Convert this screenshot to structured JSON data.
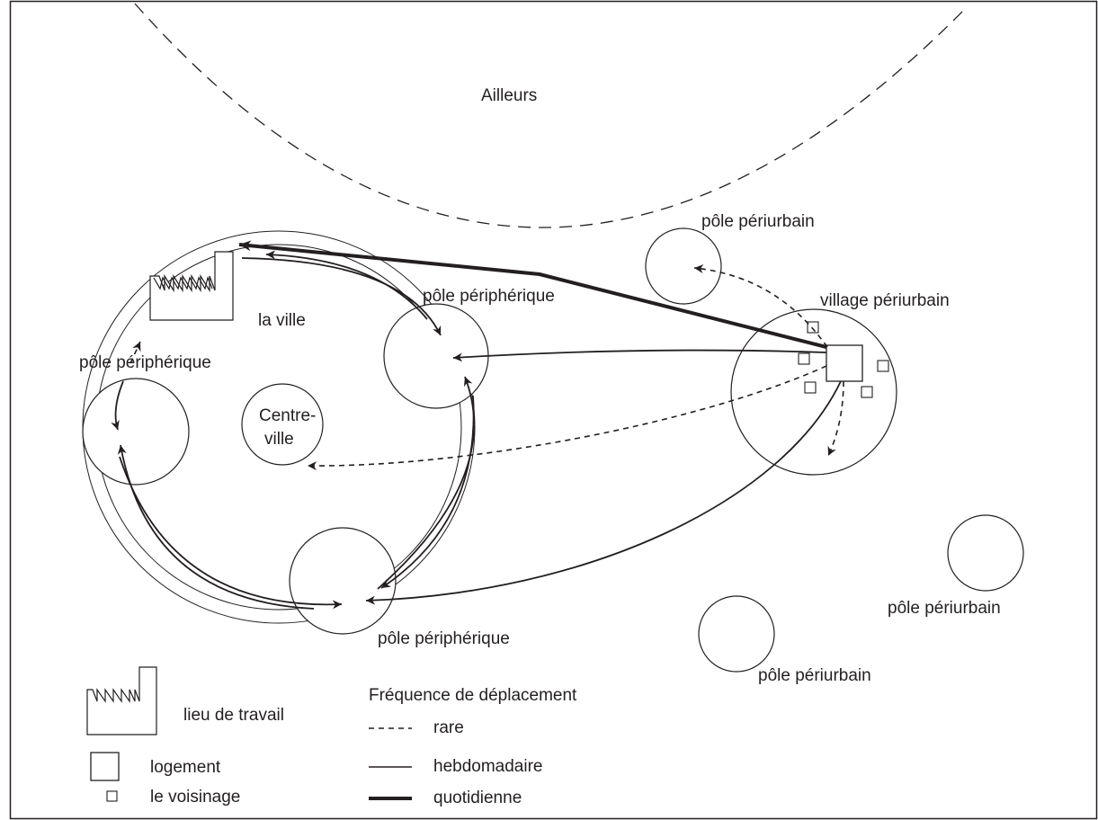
{
  "labels": {
    "ailleurs": "Ailleurs",
    "la_ville": "la ville",
    "centre_ville_line1": "Centre-",
    "centre_ville_line2": "ville",
    "pole_peripherique_top": "pôle périphérique",
    "pole_peripherique_left": "pôle périphérique",
    "pole_peripherique_bottom": "pôle périphérique",
    "pole_periurbain_top": "pôle périurbain",
    "pole_periurbain_right": "pôle périurbain",
    "pole_periurbain_bottom": "pôle périurbain",
    "village_periurbain": "village périurbain"
  },
  "legend": {
    "workplace": "lieu de travail",
    "housing": "logement",
    "neighbourhood": "le voisinage",
    "frequency_title": "Fréquence de déplacement",
    "rare": "rare",
    "weekly": "hebdomadaire",
    "daily": "quotidienne"
  },
  "colors": {
    "ink": "#231f20",
    "background": "#ffffff"
  }
}
